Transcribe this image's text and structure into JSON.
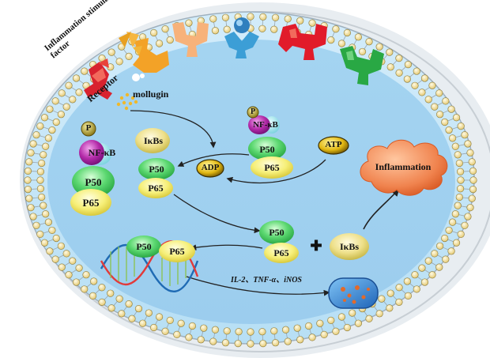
{
  "labels": {
    "inflammation_stimulating_factor": "Inflammation stimulating factor",
    "receptor": "Receptor",
    "mollugin": "mollugin",
    "ikbs": "IκBs",
    "p50": "P50",
    "p65": "P65",
    "nfkb": "NF-κB",
    "p": "P",
    "atp": "ATP",
    "adp": "ADP",
    "inflammation": "Inflammation",
    "cytokines": "IL-2、TNF-α、iNOS",
    "plus": "✚"
  },
  "colors": {
    "cytoplasm": "#bfe3f7",
    "nucleus": "#a9d6f2",
    "membrane_bead": "#f4e3a0",
    "cloud": "#f0834e",
    "p50": "#56d26b",
    "p65": "#f5ef7a",
    "ikb": "#efe38a",
    "nfkb": "#b32aa8",
    "phospho": "#b9a232",
    "receptor_red": "#e11b2a",
    "receptor_green": "#29a844",
    "receptor_orange": "#f3a227",
    "receptor_peach": "#f6b27a",
    "receptor_blue": "#3c9ed6"
  }
}
